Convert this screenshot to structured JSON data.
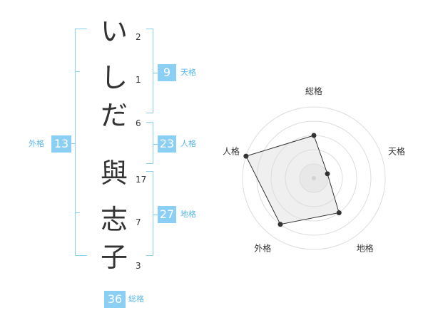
{
  "name_chars": [
    {
      "char": "い",
      "strokes": "2"
    },
    {
      "char": "し",
      "strokes": "1"
    },
    {
      "char": "だ",
      "strokes": "6"
    },
    {
      "char": "與",
      "strokes": "17"
    },
    {
      "char": "志",
      "strokes": "7"
    },
    {
      "char": "子",
      "strokes": "3"
    }
  ],
  "kakusuu": {
    "tenkaku": {
      "label": "天格",
      "value": "9"
    },
    "jinkaku": {
      "label": "人格",
      "value": "23"
    },
    "chikaku": {
      "label": "地格",
      "value": "27"
    },
    "gaikaku": {
      "label": "外格",
      "value": "13"
    },
    "soukaku": {
      "label": "総格",
      "value": "36"
    }
  },
  "colors": {
    "accent": "#8ccff5",
    "accent_text": "#5bb8ee",
    "text": "#333333"
  },
  "chart_data": {
    "type": "radar",
    "axes": [
      "総格",
      "天格",
      "地格",
      "外格",
      "人格"
    ],
    "levels": 5,
    "values": [
      3,
      1,
      3,
      4,
      5
    ],
    "max": 5
  }
}
